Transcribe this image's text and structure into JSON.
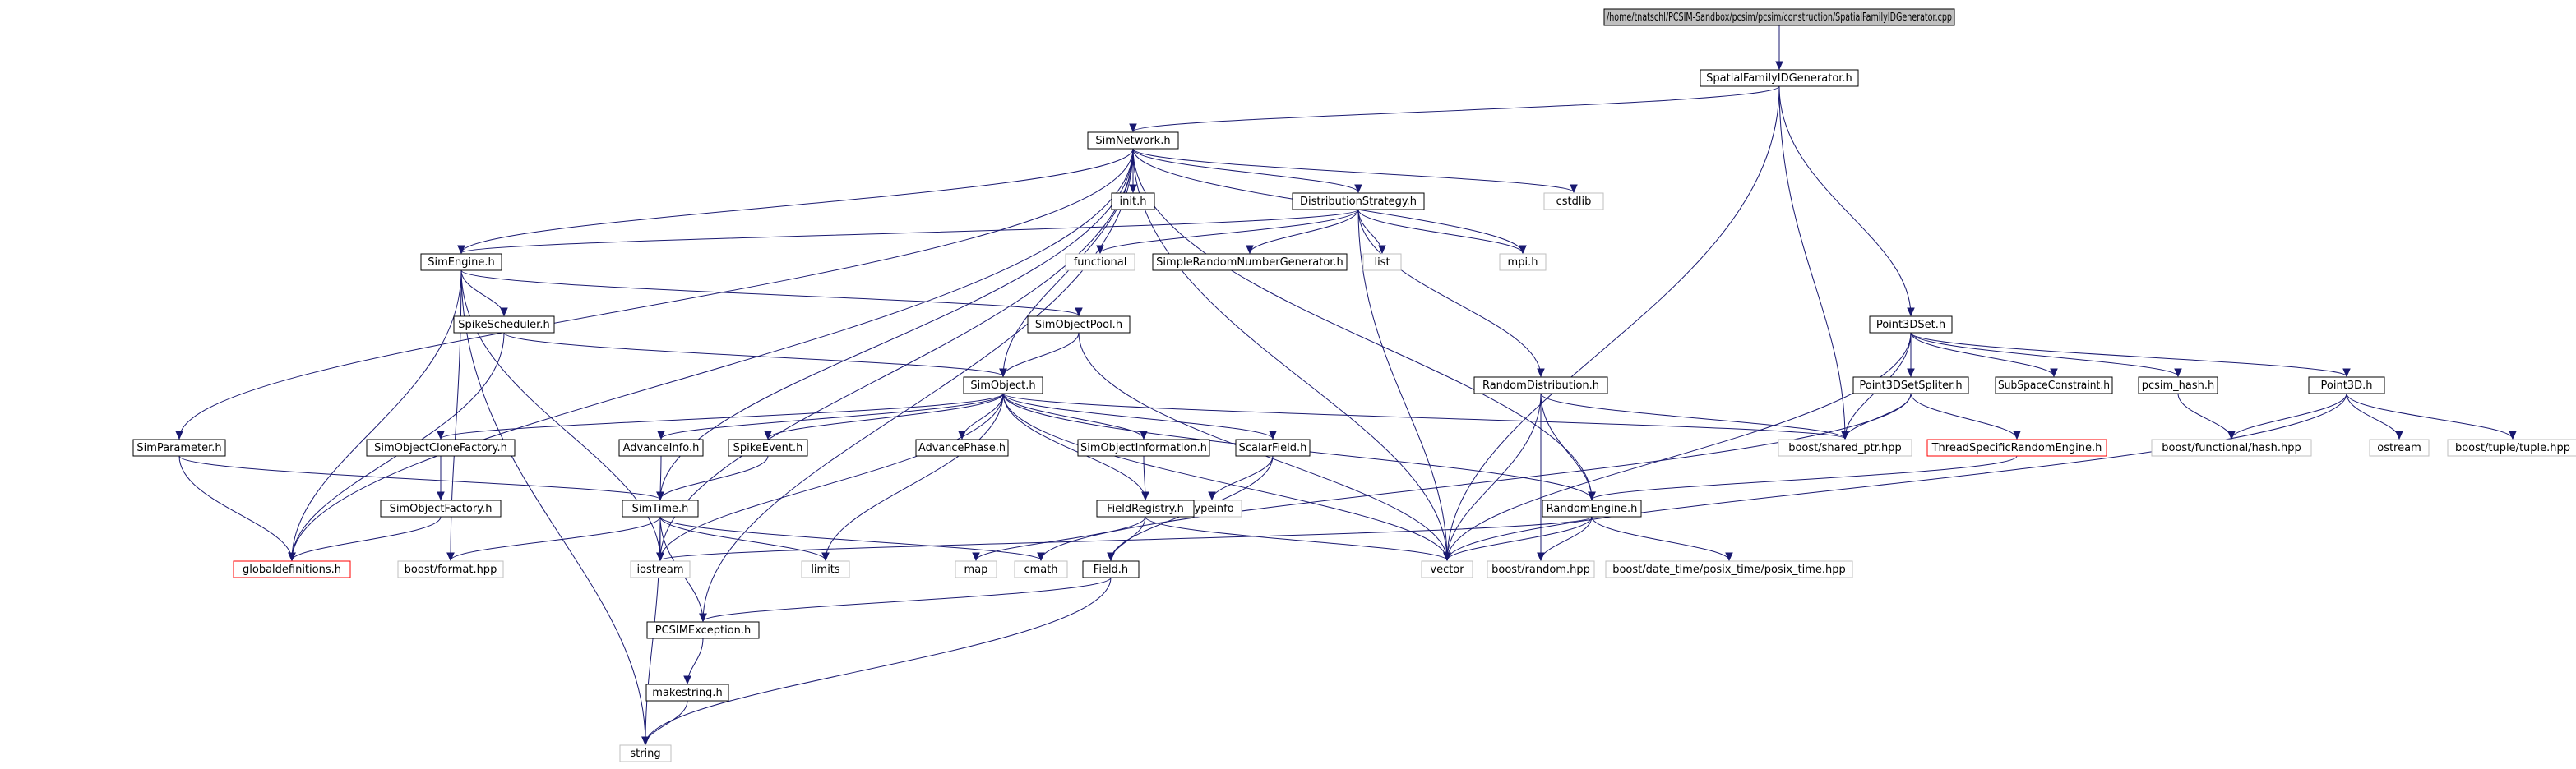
{
  "graph": {
    "type": "include-dependency-graph",
    "colors": {
      "edge": "#191970",
      "root_fill": "#bfbfbf",
      "node_border": "#000000",
      "missing_border": "#bfbfbf",
      "error_border": "#ff0000",
      "text": "#000000"
    },
    "nodes": [
      {
        "id": "root",
        "label": "/home/tnatschl/PCSIM-Sandbox/pcsim/pcsim/construction/SpatialFamilyIDGenerator.cpp",
        "style": "root"
      },
      {
        "id": "sfidg",
        "label": "SpatialFamilyIDGenerator.h",
        "style": "normal"
      },
      {
        "id": "simnet",
        "label": "SimNetwork.h",
        "style": "normal"
      },
      {
        "id": "init",
        "label": "init.h",
        "style": "normal"
      },
      {
        "id": "diststrat",
        "label": "DistributionStrategy.h",
        "style": "normal"
      },
      {
        "id": "cstdlib",
        "label": "cstdlib",
        "style": "missing"
      },
      {
        "id": "simengine",
        "label": "SimEngine.h",
        "style": "normal"
      },
      {
        "id": "functional",
        "label": "functional",
        "style": "missing"
      },
      {
        "id": "srng",
        "label": "SimpleRandomNumberGenerator.h",
        "style": "normal"
      },
      {
        "id": "list",
        "label": "list",
        "style": "missing"
      },
      {
        "id": "mpi",
        "label": "mpi.h",
        "style": "missing"
      },
      {
        "id": "spikesched",
        "label": "SpikeScheduler.h",
        "style": "normal"
      },
      {
        "id": "simobjpool",
        "label": "SimObjectPool.h",
        "style": "normal"
      },
      {
        "id": "simobject",
        "label": "SimObject.h",
        "style": "normal"
      },
      {
        "id": "randdist",
        "label": "RandomDistribution.h",
        "style": "normal"
      },
      {
        "id": "point3dset",
        "label": "Point3DSet.h",
        "style": "normal"
      },
      {
        "id": "p3dsplit",
        "label": "Point3DSetSpliter.h",
        "style": "normal"
      },
      {
        "id": "subspace",
        "label": "SubSpaceConstraint.h",
        "style": "normal"
      },
      {
        "id": "pcsimhash",
        "label": "pcsim_hash.h",
        "style": "normal"
      },
      {
        "id": "point3d",
        "label": "Point3D.h",
        "style": "normal"
      },
      {
        "id": "simparam",
        "label": "SimParameter.h",
        "style": "normal"
      },
      {
        "id": "socf",
        "label": "SimObjectCloneFactory.h",
        "style": "normal"
      },
      {
        "id": "advinfo",
        "label": "AdvanceInfo.h",
        "style": "normal"
      },
      {
        "id": "spikeevent",
        "label": "SpikeEvent.h",
        "style": "normal"
      },
      {
        "id": "advphase",
        "label": "AdvancePhase.h",
        "style": "normal"
      },
      {
        "id": "soinfo",
        "label": "SimObjectInformation.h",
        "style": "normal"
      },
      {
        "id": "scalarfield",
        "label": "ScalarField.h",
        "style": "normal"
      },
      {
        "id": "sharedptr",
        "label": "boost/shared_ptr.hpp",
        "style": "missing"
      },
      {
        "id": "tsre",
        "label": "ThreadSpecificRandomEngine.h",
        "style": "error"
      },
      {
        "id": "funchash",
        "label": "boost/functional/hash.hpp",
        "style": "missing"
      },
      {
        "id": "ostream",
        "label": "ostream",
        "style": "missing"
      },
      {
        "id": "tuple",
        "label": "boost/tuple/tuple.hpp",
        "style": "missing"
      },
      {
        "id": "sof",
        "label": "SimObjectFactory.h",
        "style": "normal"
      },
      {
        "id": "simtime",
        "label": "SimTime.h",
        "style": "normal"
      },
      {
        "id": "typeinfo",
        "label": "typeinfo",
        "style": "missing"
      },
      {
        "id": "fieldreg",
        "label": "FieldRegistry.h",
        "style": "normal"
      },
      {
        "id": "randengine",
        "label": "RandomEngine.h",
        "style": "normal"
      },
      {
        "id": "globaldefs",
        "label": "globaldefinitions.h",
        "style": "error"
      },
      {
        "id": "boostformat",
        "label": "boost/format.hpp",
        "style": "missing"
      },
      {
        "id": "iostream",
        "label": "iostream",
        "style": "missing"
      },
      {
        "id": "limits",
        "label": "limits",
        "style": "missing"
      },
      {
        "id": "map",
        "label": "map",
        "style": "missing"
      },
      {
        "id": "cmath",
        "label": "cmath",
        "style": "missing"
      },
      {
        "id": "field",
        "label": "Field.h",
        "style": "normal"
      },
      {
        "id": "vector",
        "label": "vector",
        "style": "missing"
      },
      {
        "id": "boostrandom",
        "label": "boost/random.hpp",
        "style": "missing"
      },
      {
        "id": "posixtime",
        "label": "boost/date_time/posix_time/posix_time.hpp",
        "style": "missing"
      },
      {
        "id": "pcsimexc",
        "label": "PCSIMException.h",
        "style": "normal"
      },
      {
        "id": "makestring",
        "label": "makestring.h",
        "style": "normal"
      },
      {
        "id": "string",
        "label": "string",
        "style": "missing"
      }
    ],
    "edges": [
      [
        "root",
        "sfidg"
      ],
      [
        "sfidg",
        "simnet"
      ],
      [
        "sfidg",
        "point3dset"
      ],
      [
        "sfidg",
        "sharedptr"
      ],
      [
        "sfidg",
        "vector"
      ],
      [
        "simnet",
        "init"
      ],
      [
        "simnet",
        "diststrat"
      ],
      [
        "simnet",
        "cstdlib"
      ],
      [
        "simnet",
        "simengine"
      ],
      [
        "simnet",
        "mpi"
      ],
      [
        "simnet",
        "simobject"
      ],
      [
        "simnet",
        "simparam"
      ],
      [
        "simnet",
        "simtime"
      ],
      [
        "simnet",
        "randengine"
      ],
      [
        "simnet",
        "vector"
      ],
      [
        "simnet",
        "iostream"
      ],
      [
        "simnet",
        "globaldefs"
      ],
      [
        "simnet",
        "pcsimexc"
      ],
      [
        "diststrat",
        "simengine"
      ],
      [
        "diststrat",
        "functional"
      ],
      [
        "diststrat",
        "srng"
      ],
      [
        "diststrat",
        "list"
      ],
      [
        "diststrat",
        "mpi"
      ],
      [
        "diststrat",
        "vector"
      ],
      [
        "diststrat",
        "randdist"
      ],
      [
        "simengine",
        "spikesched"
      ],
      [
        "simengine",
        "simobjpool"
      ],
      [
        "simengine",
        "globaldefs"
      ],
      [
        "simengine",
        "boostformat"
      ],
      [
        "simengine",
        "iostream"
      ],
      [
        "simengine",
        "string"
      ],
      [
        "spikesched",
        "simobject"
      ],
      [
        "spikesched",
        "globaldefs"
      ],
      [
        "simobjpool",
        "simobject"
      ],
      [
        "simobjpool",
        "vector"
      ],
      [
        "simobject",
        "socf"
      ],
      [
        "simobject",
        "advinfo"
      ],
      [
        "simobject",
        "spikeevent"
      ],
      [
        "simobject",
        "advphase"
      ],
      [
        "simobject",
        "soinfo"
      ],
      [
        "simobject",
        "scalarfield"
      ],
      [
        "simobject",
        "fieldreg"
      ],
      [
        "simobject",
        "randengine"
      ],
      [
        "simobject",
        "sharedptr"
      ],
      [
        "simobject",
        "iostream"
      ],
      [
        "simobject",
        "limits"
      ],
      [
        "simobject",
        "vector"
      ],
      [
        "socf",
        "sof"
      ],
      [
        "sof",
        "globaldefs"
      ],
      [
        "advinfo",
        "simtime"
      ],
      [
        "spikeevent",
        "simtime"
      ],
      [
        "simparam",
        "simtime"
      ],
      [
        "simparam",
        "globaldefs"
      ],
      [
        "soinfo",
        "fieldreg"
      ],
      [
        "scalarfield",
        "typeinfo"
      ],
      [
        "scalarfield",
        "field"
      ],
      [
        "fieldreg",
        "field"
      ],
      [
        "fieldreg",
        "map"
      ],
      [
        "fieldreg",
        "vector"
      ],
      [
        "simtime",
        "boostformat"
      ],
      [
        "simtime",
        "iostream"
      ],
      [
        "simtime",
        "limits"
      ],
      [
        "simtime",
        "cmath"
      ],
      [
        "simtime",
        "pcsimexc"
      ],
      [
        "simtime",
        "string"
      ],
      [
        "randdist",
        "randengine"
      ],
      [
        "randdist",
        "vector"
      ],
      [
        "randdist",
        "boostrandom"
      ],
      [
        "randdist",
        "sharedptr"
      ],
      [
        "randengine",
        "boostrandom"
      ],
      [
        "randengine",
        "posixtime"
      ],
      [
        "randengine",
        "iostream"
      ],
      [
        "randengine",
        "vector"
      ],
      [
        "point3dset",
        "p3dsplit"
      ],
      [
        "point3dset",
        "subspace"
      ],
      [
        "point3dset",
        "pcsimhash"
      ],
      [
        "point3dset",
        "point3d"
      ],
      [
        "point3dset",
        "sharedptr"
      ],
      [
        "point3dset",
        "vector"
      ],
      [
        "p3dsplit",
        "tsre"
      ],
      [
        "p3dsplit",
        "sharedptr"
      ],
      [
        "p3dsplit",
        "cmath"
      ],
      [
        "tsre",
        "randengine"
      ],
      [
        "pcsimhash",
        "funchash"
      ],
      [
        "point3d",
        "funchash"
      ],
      [
        "point3d",
        "ostream"
      ],
      [
        "point3d",
        "tuple"
      ],
      [
        "point3d",
        "vector"
      ],
      [
        "field",
        "pcsimexc"
      ],
      [
        "field",
        "string"
      ],
      [
        "pcsimexc",
        "makestring"
      ],
      [
        "makestring",
        "string"
      ]
    ]
  }
}
